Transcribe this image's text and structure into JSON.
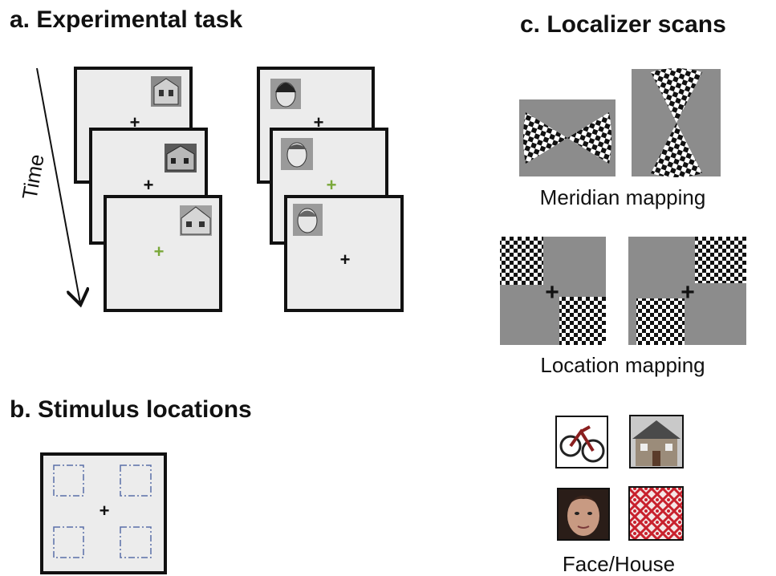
{
  "panels": {
    "a": {
      "title": "a. Experimental task",
      "time_label": "Time"
    },
    "b": {
      "title": "b. Stimulus locations"
    },
    "c": {
      "title": "c. Localizer scans",
      "meridian_label": "Meridian mapping",
      "location_label": "Location mapping",
      "facehouse_label": "Face/House"
    }
  },
  "colors": {
    "frame": "#111111",
    "screen_bg": "#ececec",
    "fixation": "#111111",
    "fixation_target": "#7aa83a",
    "dash_box": "#5a6ea8",
    "mapping_bg": "#8c8c8c",
    "checker_dark": "#111111",
    "checker_light": "#ffffff",
    "scramble_red": "#c8202c"
  },
  "fixation_symbol": "+"
}
